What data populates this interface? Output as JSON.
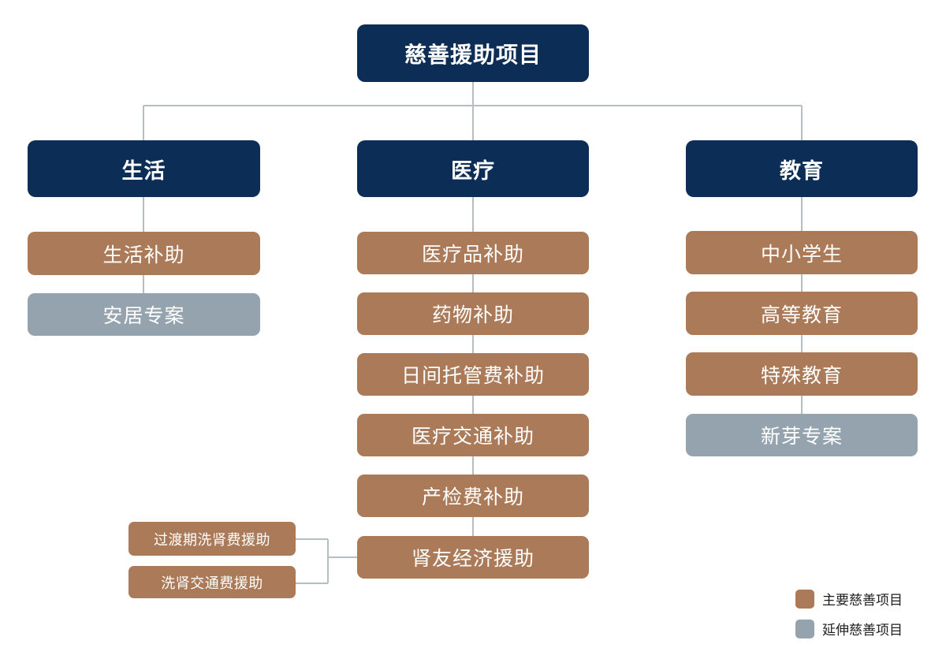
{
  "root": {
    "label": "慈善援助项目"
  },
  "colors": {
    "category": "#0c2d55",
    "main_program": "#ab7b59",
    "extended_program": "#95a3ae",
    "connector": "#b3bec7"
  },
  "categories": [
    {
      "label": "生活",
      "items": [
        {
          "label": "生活补助",
          "kind": "main"
        },
        {
          "label": "安居专案",
          "kind": "extended"
        }
      ]
    },
    {
      "label": "医疗",
      "items": [
        {
          "label": "医疗品补助",
          "kind": "main"
        },
        {
          "label": "药物补助",
          "kind": "main"
        },
        {
          "label": "日间托管费补助",
          "kind": "main"
        },
        {
          "label": "医疗交通补助",
          "kind": "main"
        },
        {
          "label": "产检费补助",
          "kind": "main"
        },
        {
          "label": "肾友经济援助",
          "kind": "main"
        }
      ],
      "sub_items": [
        {
          "label": "过渡期洗肾费援助",
          "kind": "main"
        },
        {
          "label": "洗肾交通费援助",
          "kind": "main"
        }
      ]
    },
    {
      "label": "教育",
      "items": [
        {
          "label": "中小学生",
          "kind": "main"
        },
        {
          "label": "高等教育",
          "kind": "main"
        },
        {
          "label": "特殊教育",
          "kind": "main"
        },
        {
          "label": "新芽专案",
          "kind": "extended"
        }
      ]
    }
  ],
  "legend": {
    "main_label": "主要慈善项目",
    "extended_label": "延伸慈善项目"
  }
}
